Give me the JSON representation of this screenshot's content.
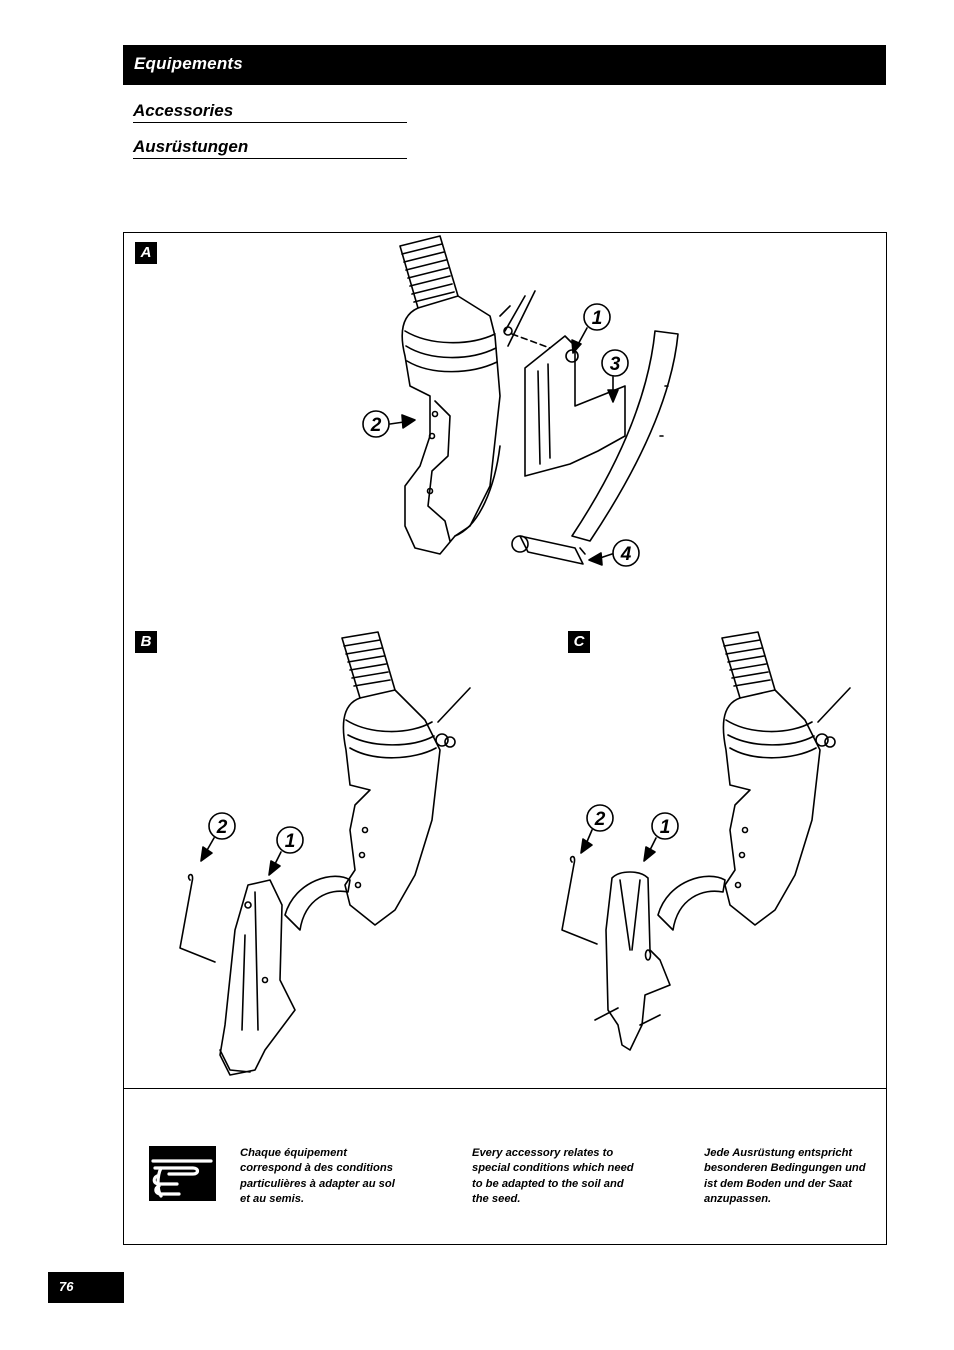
{
  "header": {
    "title": "Equipements"
  },
  "subtitles": [
    "Accessories",
    "Ausrüstungen"
  ],
  "panels": {
    "a": {
      "label": "A",
      "callouts": [
        "1",
        "2",
        "3",
        "4"
      ]
    },
    "b": {
      "label": "B",
      "callouts": [
        "1",
        "2"
      ]
    },
    "c": {
      "label": "C",
      "callouts": [
        "1",
        "2"
      ]
    }
  },
  "notes": {
    "fr": "Chaque équipement correspond à des conditions particulières à adapter au sol et au semis.",
    "en": "Every accessory relates to special conditions which need to be adapted to the soil and the seed.",
    "de": "Jede Ausrüstung entspricht besonderen Bedingungen und ist dem Boden und der Saat anzupassen."
  },
  "icons": {
    "note": "pointing-hand-icon"
  },
  "page_number": "76"
}
